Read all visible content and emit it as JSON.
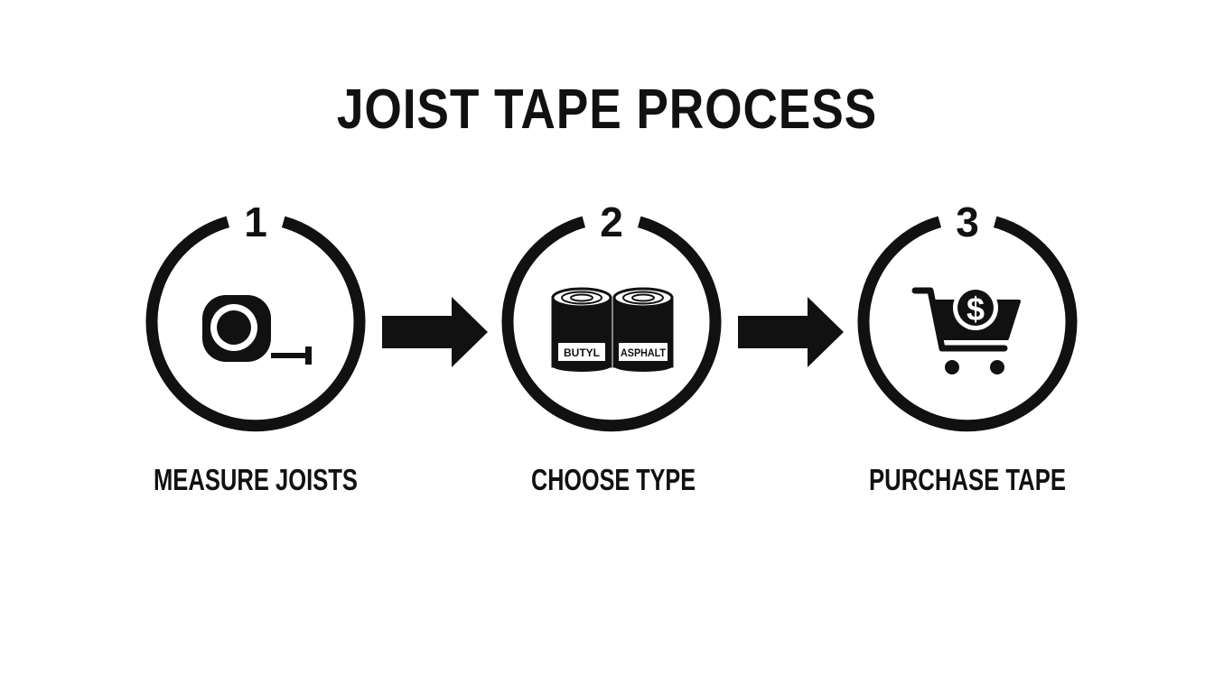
{
  "title": "JOIST TAPE PROCESS",
  "steps": [
    {
      "number": "1",
      "label": "MEASURE JOISTS",
      "icon": "tape-measure-icon"
    },
    {
      "number": "2",
      "label": "CHOOSE TYPE",
      "icon": "tape-rolls-icon",
      "roll_labels": [
        "BUTYL",
        "ASPHALT"
      ]
    },
    {
      "number": "3",
      "label": "PURCHASE TAPE",
      "icon": "shopping-cart-dollar-icon",
      "coin_symbol": "$"
    }
  ],
  "colors": {
    "ink": "#111111",
    "background": "#ffffff"
  }
}
